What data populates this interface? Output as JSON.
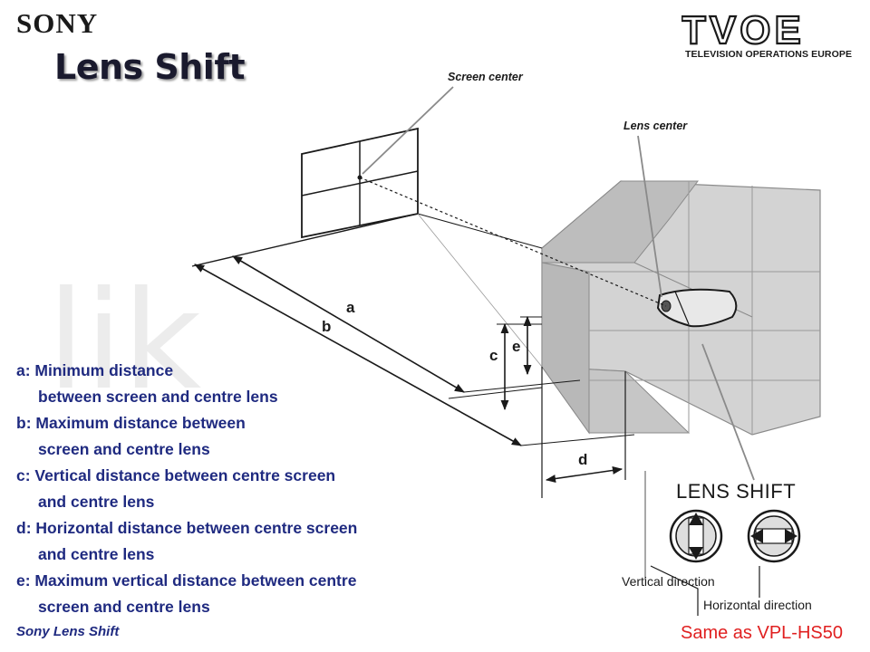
{
  "header": {
    "brand": "SONY",
    "title": "Lens Shift",
    "logo_text": "TVOE",
    "logo_subtitle": "TELEVISION OPERATIONS EUROPE"
  },
  "watermark": "lik",
  "diagram": {
    "screen_center_label": "Screen center",
    "lens_center_label": "Lens center",
    "dim_a": "a",
    "dim_b": "b",
    "dim_c": "c",
    "dim_d": "d",
    "dim_e": "e"
  },
  "legend": [
    {
      "line1": "a: Minimum distance",
      "line2": "between screen and centre lens"
    },
    {
      "line1": "b: Maximum distance between",
      "line2": "screen and centre lens"
    },
    {
      "line1": "c: Vertical distance between centre screen",
      "line2": "and centre lens"
    },
    {
      "line1": "d: Horizontal distance between centre screen",
      "line2": "and centre lens"
    },
    {
      "line1": "e: Maximum vertical distance between centre",
      "line2": "screen and centre lens"
    }
  ],
  "lens_shift_panel": {
    "title": "LENS SHIFT",
    "vertical_label": "Vertical direction",
    "horizontal_label": "Horizontal direction"
  },
  "footer": {
    "left": "Sony Lens Shift",
    "right": "Same as VPL-HS50"
  },
  "colors": {
    "legend_text": "#1f2a80",
    "footer_right": "#e02020"
  }
}
